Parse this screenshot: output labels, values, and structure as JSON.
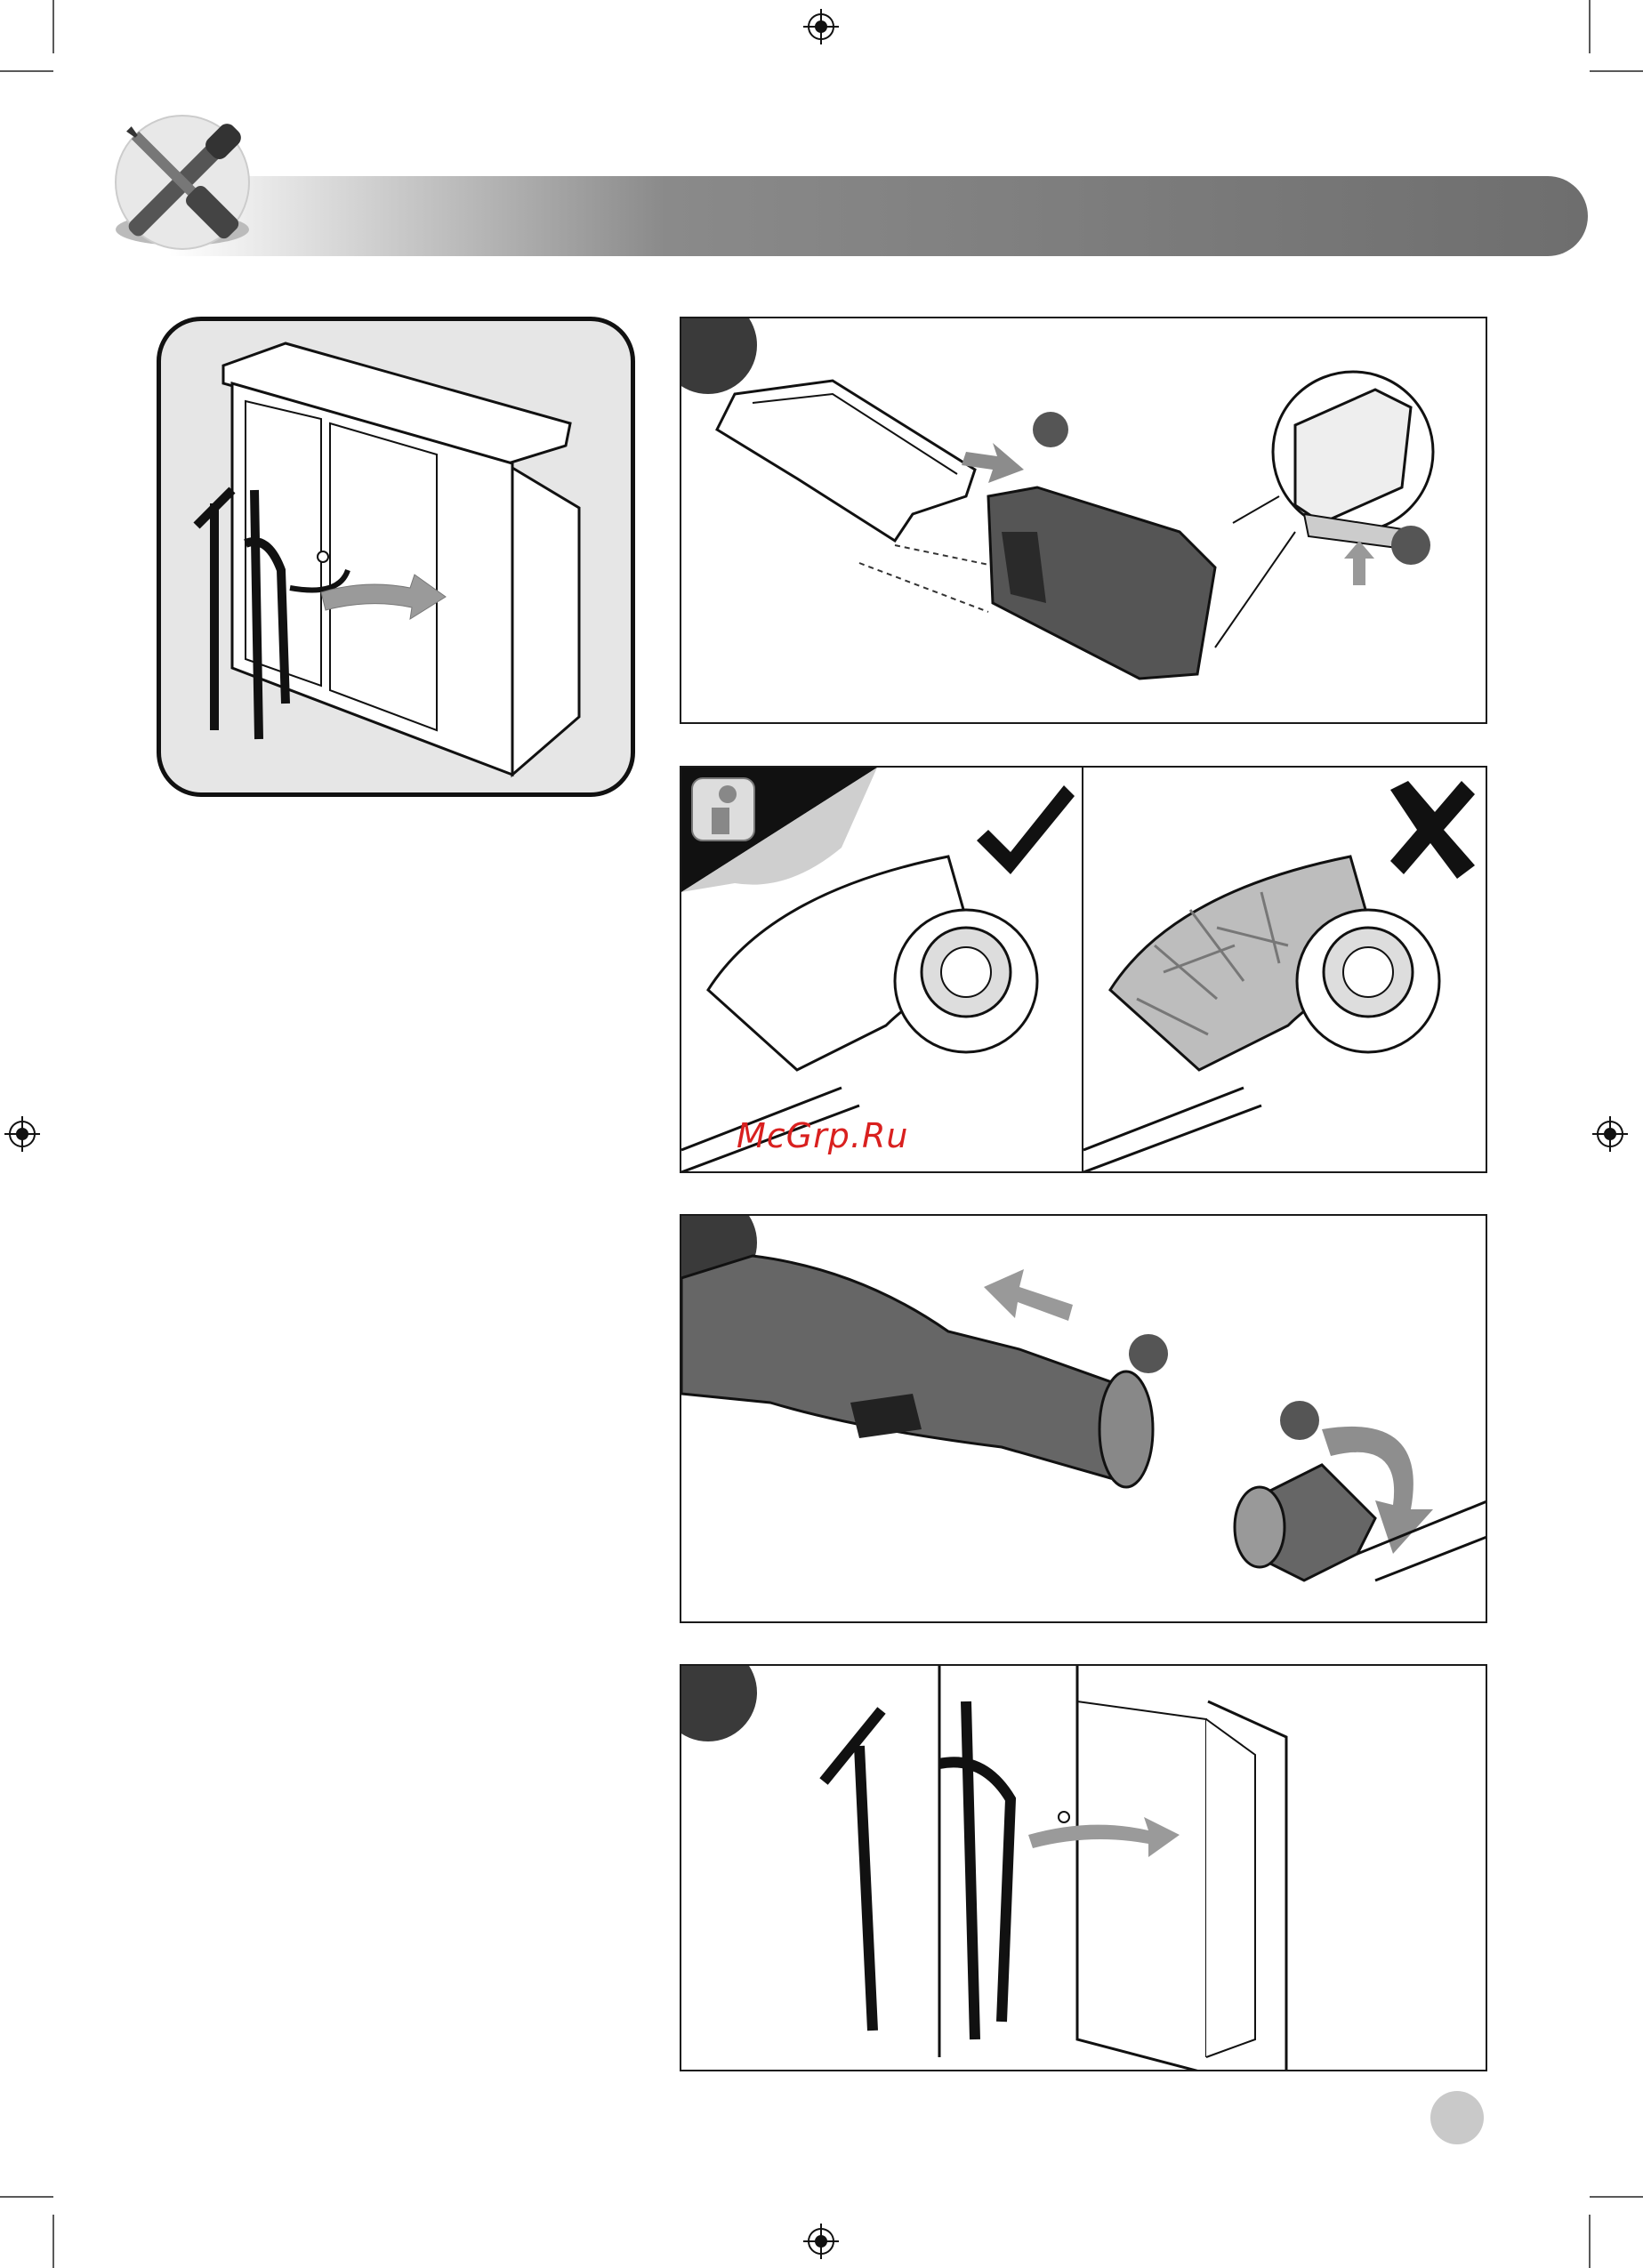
{
  "page": {
    "header_banner": {
      "icon": "tools-icon"
    },
    "watermark": "McGrp.Ru",
    "colors": {
      "banner_dark": "#7a7a7a",
      "panel_border": "#1a1a1a",
      "watermark": "#d9201f",
      "step_circle": "#3a3a3a",
      "badge": "#c9c9c9"
    }
  },
  "panels": [
    {
      "id": "storage-overview",
      "icon": "cabinet-icon",
      "description_icon": "curved-arrow-icon"
    },
    {
      "id": "battery-removal",
      "step_icon": "step-circle-icon",
      "sub_steps": [
        "step-a",
        "step-b"
      ]
    },
    {
      "id": "guard-clean",
      "info_icon": "info-icon",
      "good_icon": "checkmark-icon"
    },
    {
      "id": "guard-dirty",
      "bad_icon": "cross-icon"
    },
    {
      "id": "spool-cover",
      "step_icon": "step-circle-icon",
      "sub_steps": [
        "step-a",
        "step-b"
      ]
    },
    {
      "id": "storage-hanging",
      "step_icon": "step-circle-icon"
    }
  ]
}
